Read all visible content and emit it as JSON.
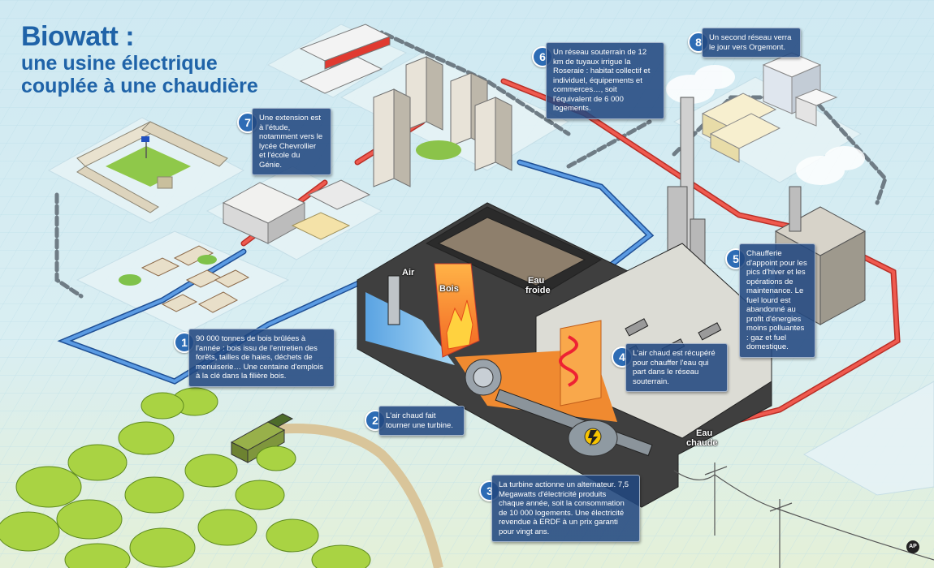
{
  "title": {
    "line1": "Biowatt :",
    "line2": "une usine électrique",
    "line3": "couplée à une chaudière"
  },
  "labels": {
    "air": "Air",
    "bois": "Bois",
    "eau_froide_1": "Eau",
    "eau_froide_2": "froide",
    "eau_chaude_1": "Eau",
    "eau_chaude_2": "chaude"
  },
  "callouts": [
    {
      "number": "1",
      "text": "90 000 tonnes de bois brûlées à l'année : bois issu de l'entretien des forêts, tailles de haies, déchets de menuiserie… Une centaine d'emplois à la clé dans la filière bois."
    },
    {
      "number": "2",
      "text": "L'air chaud fait tourner une turbine."
    },
    {
      "number": "3",
      "text": "La turbine actionne un alternateur. 7,5 Megawatts d'électricité produits chaque année, soit la consommation de 10 000 logements. Une électricité revendue à ERDF à un prix garanti pour vingt ans."
    },
    {
      "number": "4",
      "text": "L'air chaud est récupéré pour chauffer l'eau qui part dans le réseau souterrain."
    },
    {
      "number": "5",
      "text": "Chaufferie d'appoint pour les pics d'hiver et les opérations de maintenance. Le fuel lourd est abandonné au profit d'énergies moins polluantes : gaz et fuel domestique."
    },
    {
      "number": "6",
      "text": "Un réseau souterrain de 12 km de tuyaux irrigue la Roseraie : habitat collectif et individuel, équipements et commerces…, soit l'équivalent de 6 000 logements."
    },
    {
      "number": "7",
      "text": "Une extension est à l'étude, notamment vers le lycée Chevrollier et l'école du Génie."
    },
    {
      "number": "8",
      "text": "Un second réseau verra le jour vers Orgemont."
    }
  ],
  "colors": {
    "title": "#1f63a8",
    "callout_bg": "#224880",
    "hot_pipe": "#e8453c",
    "cold_pipe": "#3b7fd6",
    "fire": "#f7941d",
    "tree": "#9ccd3c"
  },
  "icons": [
    "lightning-icon",
    "turbine-icon",
    "flame-icon",
    "flag-icon"
  ]
}
